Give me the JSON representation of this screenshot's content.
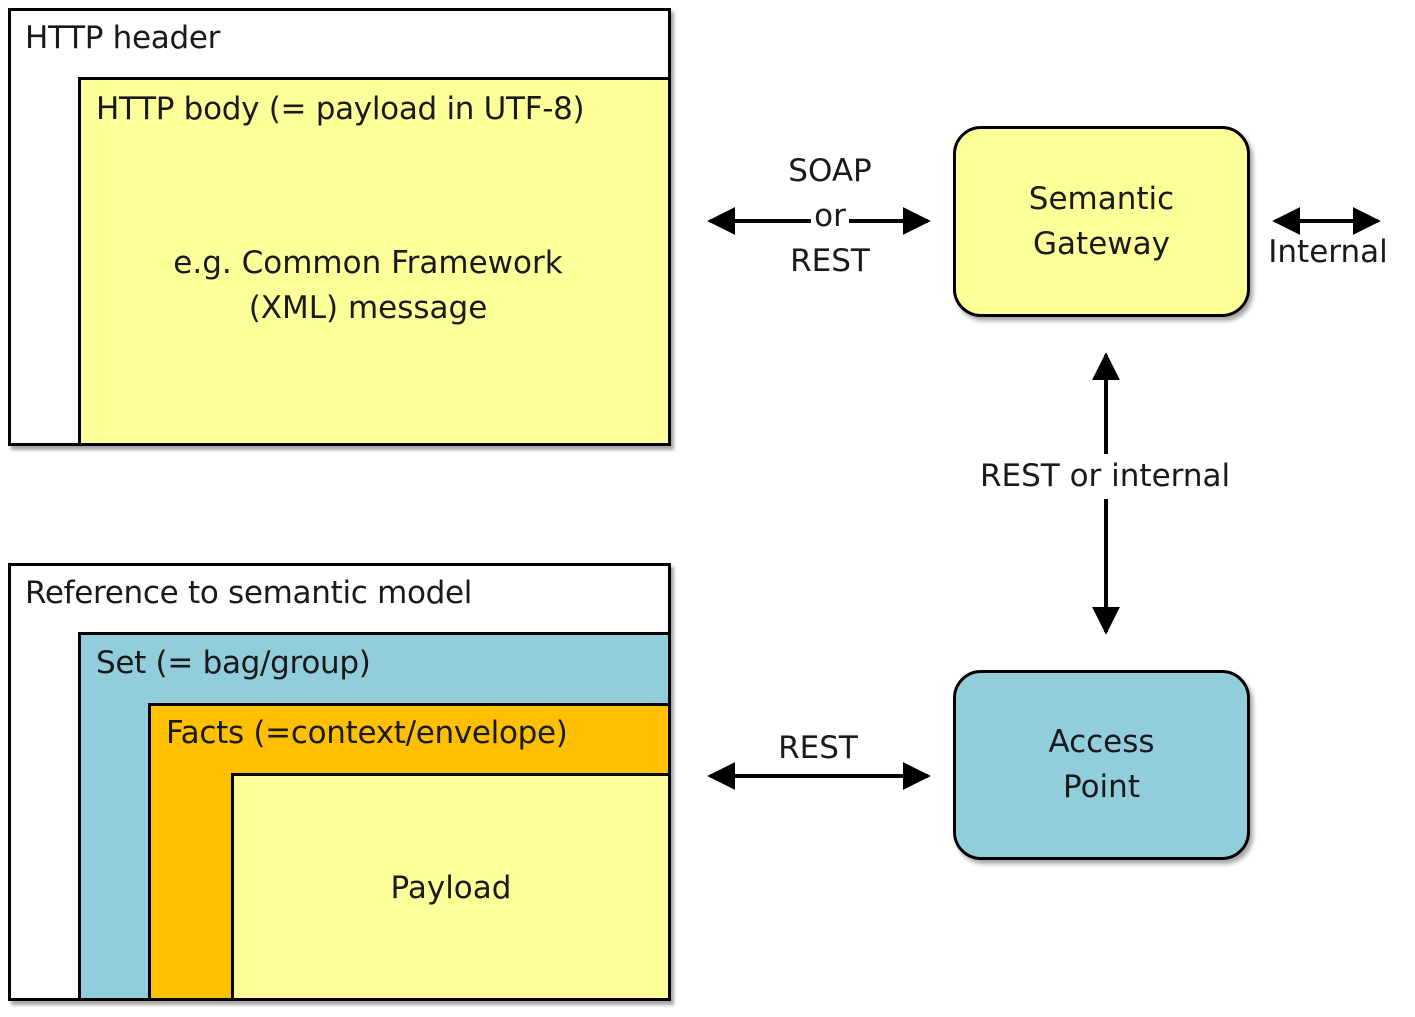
{
  "top_panel": {
    "outer_label": "HTTP header",
    "inner_label": "HTTP body (= payload in UTF-8)",
    "inner_text_line1": "e.g. Common Framework",
    "inner_text_line2": "(XML) message"
  },
  "bottom_panel": {
    "outer_label": "Reference to semantic model",
    "set_label": "Set (= bag/group)",
    "facts_label": "Facts (=context/envelope)",
    "payload_label": "Payload"
  },
  "nodes": {
    "gateway_line1": "Semantic",
    "gateway_line2": "Gateway",
    "access_line1": "Access",
    "access_line2": "Point"
  },
  "edges": {
    "soap_line1": "SOAP",
    "soap_line2": "or",
    "soap_line3": "REST",
    "internal": "Internal",
    "vertical": "REST or internal",
    "rest": "REST"
  },
  "colors": {
    "yellow": "#ffff99",
    "blue": "#92cddc",
    "orange": "#ffc000"
  }
}
